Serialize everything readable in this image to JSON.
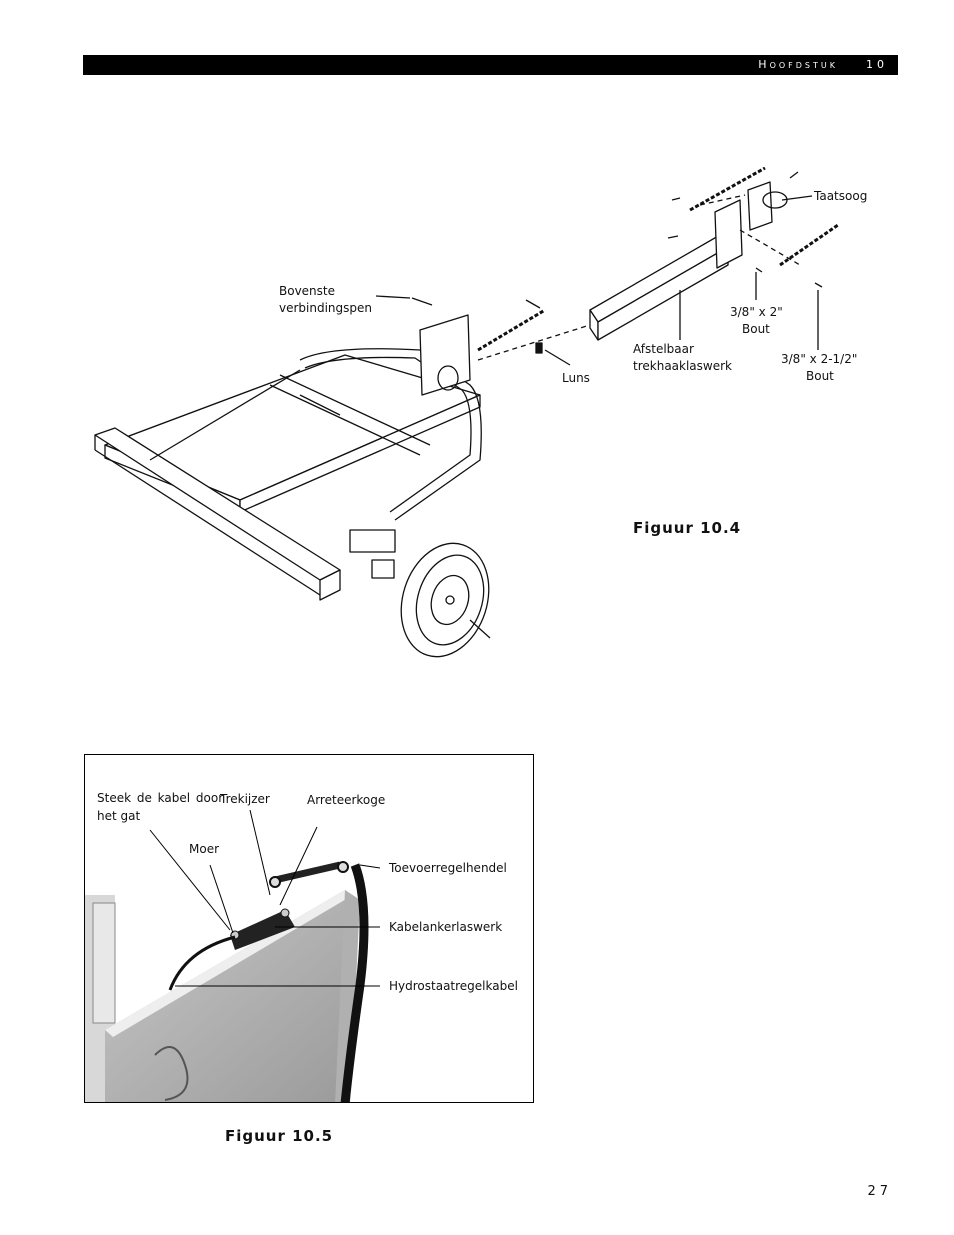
{
  "header": {
    "chapter": "Hoofdstuk",
    "number": "10"
  },
  "figure_10_4": {
    "caption": "Figuur  10.4",
    "labels": {
      "taatsoog": "Taatsoog",
      "bovenste_1": "Bovenste",
      "bovenste_2": "verbindingspen",
      "bout_a_1": "3/8\"  x  2\"",
      "bout_a_2": "Bout",
      "afstelbaar_1": "Afstelbaar",
      "afstelbaar_2": "trekhaaklaswerk",
      "bout_b_1": "3/8\"  x  2-1/2\"",
      "bout_b_2": "Bout",
      "luns": "Luns"
    }
  },
  "figure_10_5": {
    "caption": "Figuur  10.5",
    "labels": {
      "steek_1": "Steek  de  kabel  door",
      "steek_2": "het  gat",
      "trekijzer": "Trekijzer",
      "arreteerkoge": "Arreteerkoge",
      "moer": "Moer",
      "toevoer": "Toevoerregelhendel",
      "kabelanker": "Kabelankerlaswerk",
      "hydro": "Hydrostaatregelkabel"
    }
  },
  "page_number": "27"
}
